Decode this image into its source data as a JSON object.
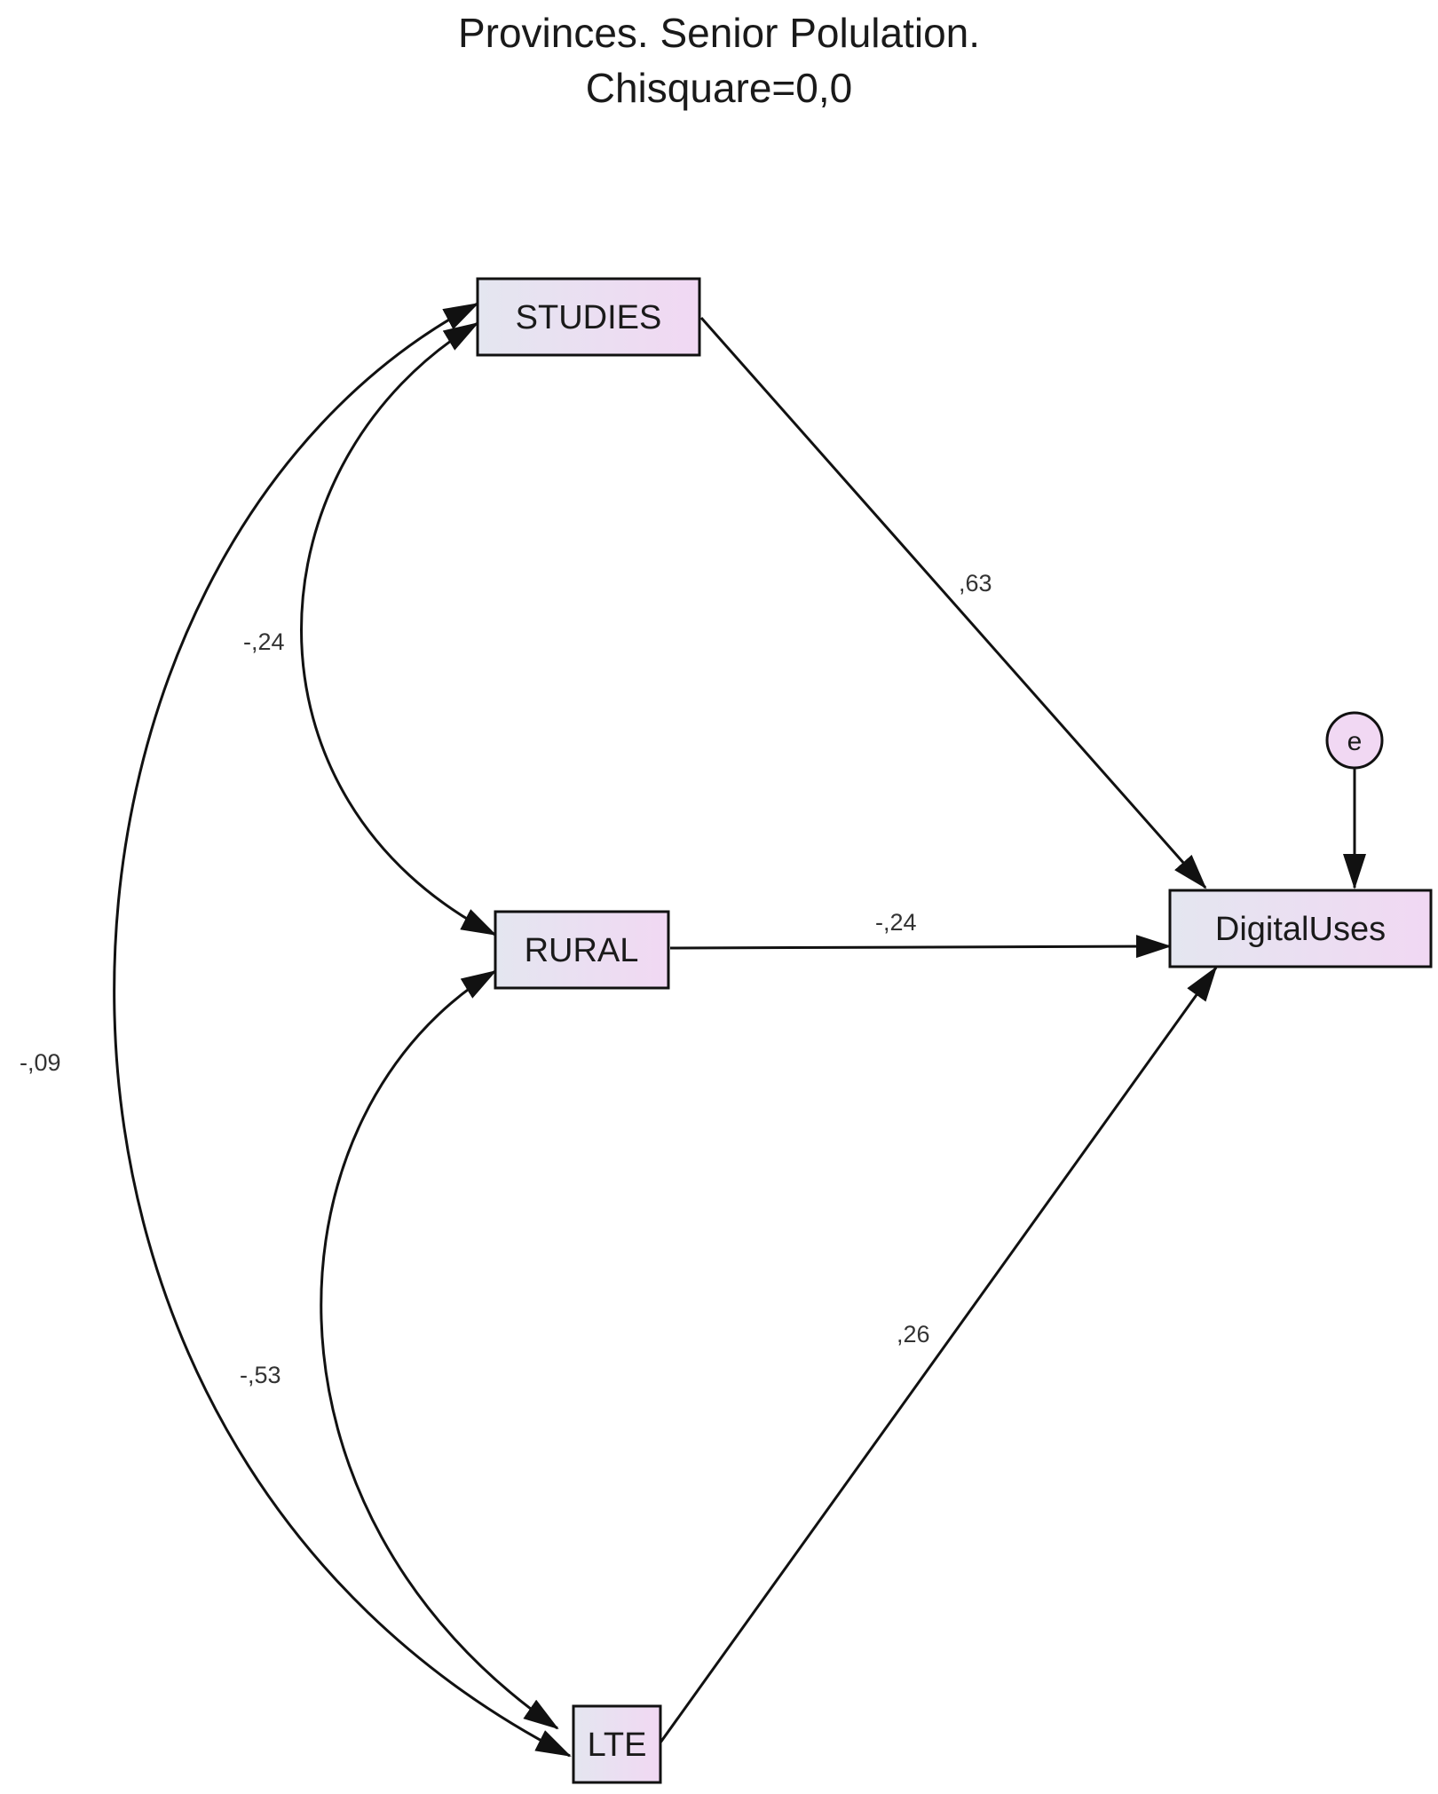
{
  "title": {
    "line1": "Provinces. Senior Polulation.",
    "line2": "Chisquare=0,0"
  },
  "colors": {
    "node_fill_left": "#e4e6f0",
    "node_fill_right": "#f1d8f3",
    "stroke": "#111111",
    "error_fill": "#f1d8f3"
  },
  "nodes": {
    "studies": "STUDIES",
    "rural": "RURAL",
    "lte": "LTE",
    "digital_uses": "DigitalUses",
    "error": "e"
  },
  "paths": {
    "studies_to_digital": ",63",
    "rural_to_digital": "-,24",
    "lte_to_digital": ",26"
  },
  "covariances": {
    "studies_rural": "-,24",
    "rural_lte": "-,53",
    "studies_lte": "-,09"
  }
}
